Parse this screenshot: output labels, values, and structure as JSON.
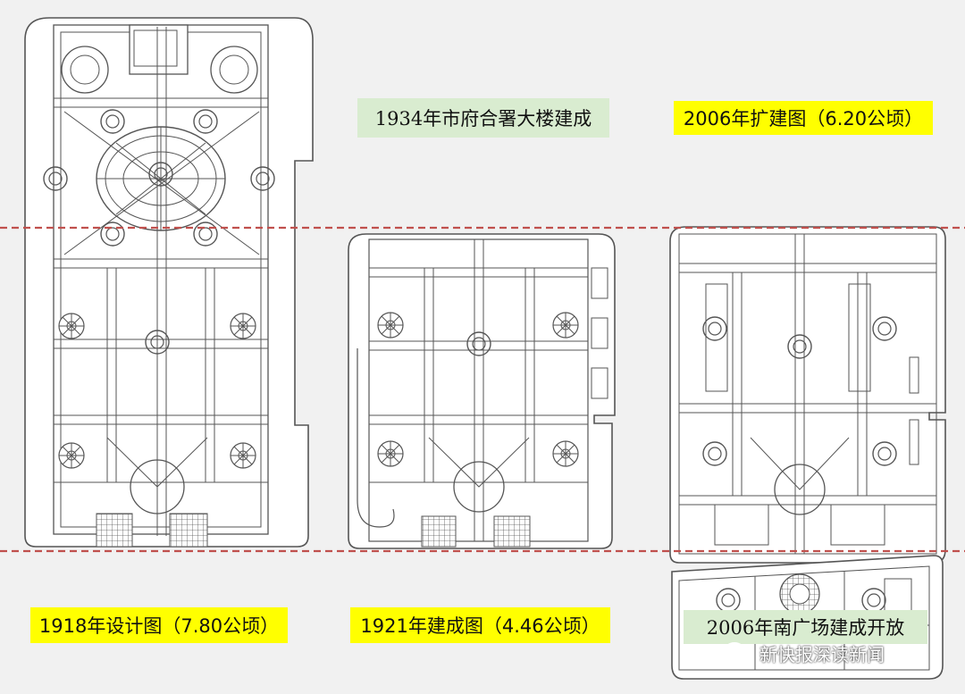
{
  "labels": {
    "plan_1918": "1918年设计图（7.80公顷）",
    "plan_1921": "1921年建成图（4.46公顷）",
    "plan_1934": "1934年市府合署大楼建成",
    "plan_2006": "2006年扩建图（6.20公顷）",
    "plan_2006_south": "2006年南广场建成开放"
  },
  "watermark": {
    "text": "新快报深读新闻",
    "icon": "wechat-icon"
  },
  "colors": {
    "background": "#f1f1f1",
    "plan_fill": "#ffffff",
    "plan_line": "#555555",
    "dashed_line": "#c0504d",
    "label_yellow": "#ffff00",
    "label_green": "#d9ecd0"
  }
}
